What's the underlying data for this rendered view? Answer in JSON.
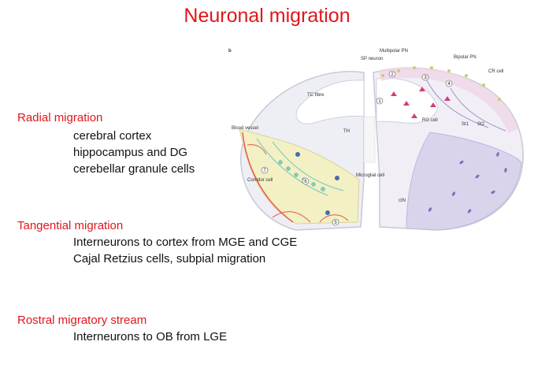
{
  "title": "Neuronal migration",
  "sections": [
    {
      "heading": "Radial migration",
      "items": [
        "cerebral cortex",
        "hippocampus and DG",
        "cerebellar granule cells"
      ]
    },
    {
      "heading": "Tangential migration",
      "items": [
        "Interneurons to cortex from MGE and CGE",
        "Cajal Retzius cells, subpial migration"
      ]
    },
    {
      "heading": "Rostral migratory stream",
      "items": [
        "Interneurons to OB from LGE"
      ]
    }
  ],
  "figure": {
    "panel_letter": "b",
    "labels": {
      "multipolar_pn": "Multipolar PN",
      "sp_neuron": "SP neuron",
      "bipolar_pn": "Bipolar PN",
      "cr_cell": "CR cell",
      "tc_fibre": "TC fibre",
      "blood_vessel": "Blood vessel",
      "th": "TH",
      "rg_cell": "RG cell",
      "st1": "St1",
      "st2": "St2",
      "corridor_cell": "Corridor cell",
      "microglial_cell": "Microglial cell",
      "cin": "cIN"
    },
    "steps": [
      "1",
      "2",
      "3",
      "4",
      "5",
      "6",
      "7"
    ]
  },
  "colors": {
    "accent": "#e0161b",
    "text": "#111111",
    "glia": "#c9ce6a",
    "neuron_pink": "#d43d7f",
    "interneuron_purple": "#7d6fb4",
    "cr_teal": "#6cc5b8",
    "vessel": "#e8564f"
  }
}
